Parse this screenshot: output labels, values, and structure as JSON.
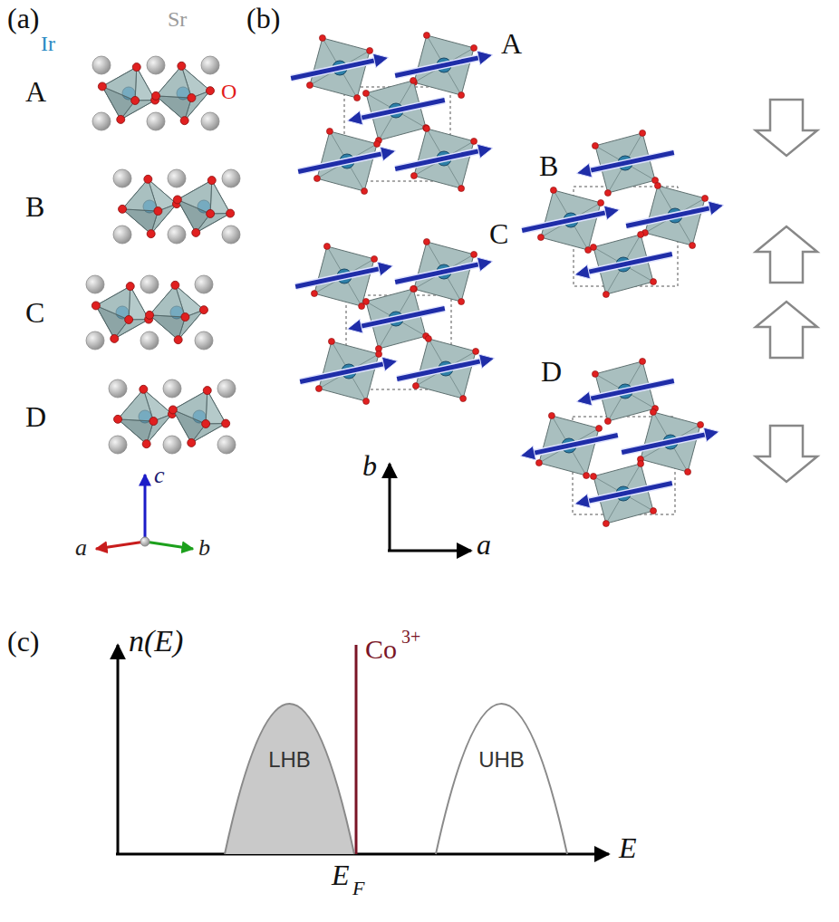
{
  "diagram": {
    "nodes": [
      {
        "text": [
          "LHB"
        ]
      },
      {
        "text": [
          "UHB"
        ]
      }
    ],
    "labels": [
      "(a)",
      "Sr",
      "Ir",
      "O",
      "A",
      "B",
      "C",
      "D",
      "c",
      "a",
      "b",
      "(b)",
      "A",
      "B",
      "C",
      "D",
      "b",
      "a",
      "(c)",
      "n(E)",
      "Co",
      "3+",
      "E",
      "E",
      "F"
    ]
  }
}
